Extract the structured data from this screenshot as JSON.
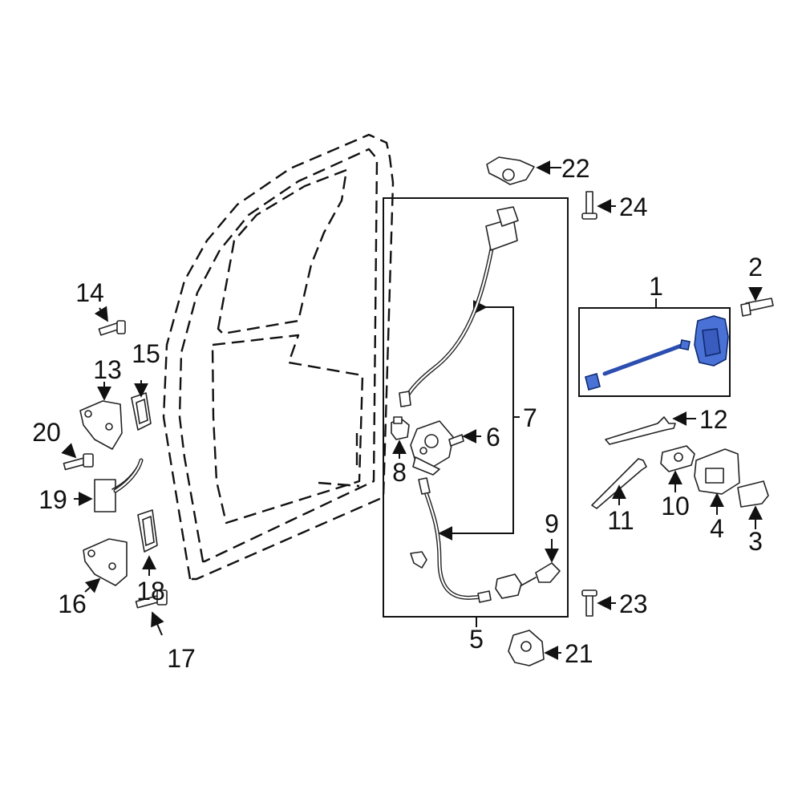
{
  "callouts": {
    "c1": "1",
    "c2": "2",
    "c3": "3",
    "c4": "4",
    "c5": "5",
    "c6": "6",
    "c7": "7",
    "c8": "8",
    "c9": "9",
    "c10": "10",
    "c11": "11",
    "c12": "12",
    "c13": "13",
    "c14": "14",
    "c15": "15",
    "c16": "16",
    "c17": "17",
    "c18": "18",
    "c19": "19",
    "c20": "20",
    "c21": "21",
    "c22": "22",
    "c23": "23",
    "c24": "24"
  },
  "colors": {
    "highlight_fill": "#4a72d6",
    "highlight_stroke": "#0f2a70",
    "line": "#222222",
    "background": "#ffffff"
  }
}
